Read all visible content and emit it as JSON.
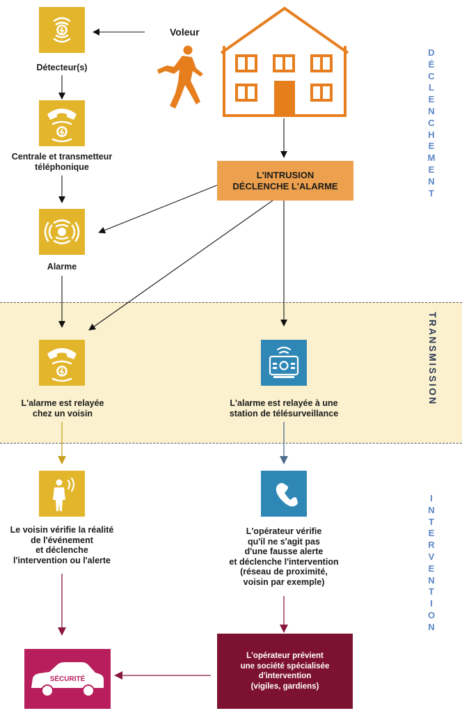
{
  "phases": {
    "declenchement": [
      "D",
      "É",
      "C",
      "L",
      "E",
      "N",
      "C",
      "H",
      "E",
      "M",
      "E",
      "N",
      "T"
    ],
    "transmission": "TRANSMISSION",
    "intervention": [
      "I",
      "N",
      "T",
      "E",
      "R",
      "V",
      "E",
      "N",
      "T",
      "I",
      "O",
      "N"
    ]
  },
  "thief_label": "Voleur",
  "nodes": {
    "detecteur": {
      "label": "Détecteur(s)",
      "icon": "motion-detector-icon"
    },
    "centrale": {
      "label_lines": [
        "Centrale et transmetteur",
        "téléphonique"
      ],
      "icon": "telephone-transmitter-icon"
    },
    "alarme": {
      "label": "Alarme",
      "icon": "siren-icon"
    },
    "intrusion": {
      "lines": [
        "L'INTRUSION",
        "DÉCLENCHE L'ALARME"
      ]
    },
    "voisin_relay": {
      "label_lines": [
        "L'alarme est relayée",
        "chez un voisin"
      ],
      "icon": "telephone-relay-icon"
    },
    "station_relay": {
      "label_lines": [
        "L'alarme est relayée à une",
        "station de télésurveillance"
      ],
      "icon": "monitoring-console-icon"
    },
    "voisin_check": {
      "label_lines": [
        "Le voisin vérifie la réalité",
        "de l'événement",
        "et déclenche",
        "l'intervention ou l'alerte"
      ],
      "icon": "person-signal-icon"
    },
    "operator_check": {
      "label_lines": [
        "L'opérateur vérifie",
        "qu'il ne s'agit pas",
        "d'une fausse alerte",
        "et déclenche l'intervention",
        "(réseau de proximité,",
        "voisin par exemple)"
      ],
      "icon": "phone-handset-icon"
    },
    "operator_notify": {
      "lines": [
        "L'opérateur prévient",
        "une société spécialisée",
        "d'intervention",
        "(vigiles, gardiens)"
      ]
    },
    "securite": {
      "label": "SÉCURITÉ",
      "icon": "security-car-icon"
    }
  },
  "colors": {
    "gold": "#e2b52a",
    "orange": "#e67e1e",
    "intrusion_box": "#eda04d",
    "teal": "#2e87b5",
    "maroon": "#7d1131",
    "magenta": "#b81e5c",
    "band": "#fbf1cf",
    "phase_blue": "#5d87c4",
    "phase_dark": "#2b3a55"
  }
}
